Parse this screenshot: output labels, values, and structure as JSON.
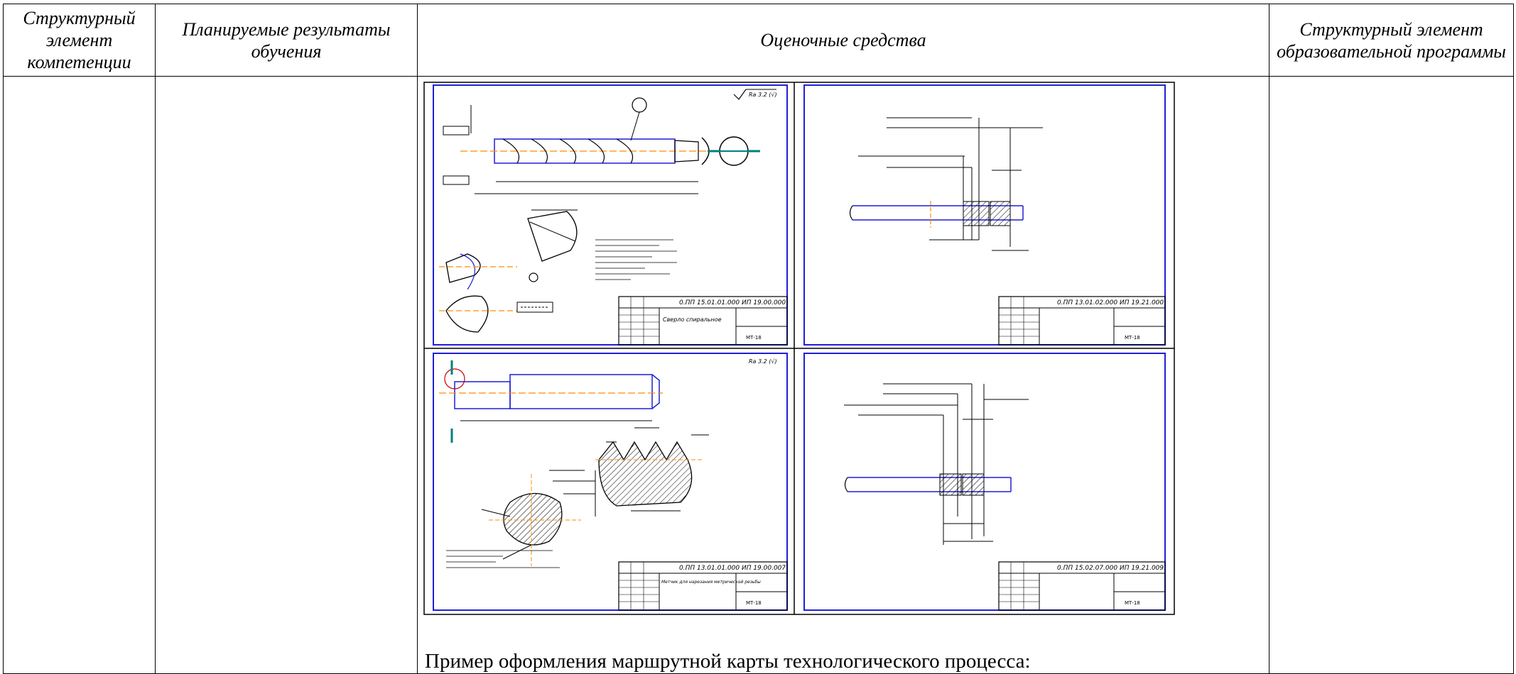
{
  "table": {
    "headers": [
      "Структурный элемент компетенции",
      "Планируемые результаты обучения",
      "Оценочные средства",
      "Структурный элемент образовательной программы"
    ]
  },
  "drawings": [
    {
      "name": "drill-drawing",
      "code": "0.ПП 15.01.01.000 ИП 19.00.000",
      "title": "Сверло спиральное",
      "group": "МТ-18",
      "roughness": "Ra 3.2 (√)"
    },
    {
      "name": "turning-scheme",
      "code": "0.ПП 13.01.02.000 ИП 19.21.000",
      "title": "",
      "group": "МТ-18",
      "roughness": ""
    },
    {
      "name": "tap-drawing",
      "code": "0.ПП 13.01.01.000 ИП 19.00.007",
      "title": "Метчик для нарезания метрической резьбы",
      "group": "МТ-18",
      "roughness": "Ra 3.2 (√)"
    },
    {
      "name": "grinding-scheme",
      "code": "0.ПП 15.02.07.000 ИП 19.21.009",
      "title": "",
      "group": "МТ-18",
      "roughness": ""
    }
  ],
  "caption": "Пример оформления маршрутной карты технологического процесса:",
  "colors": {
    "frame": "#1f1fd6",
    "line": "#000000",
    "axis": "#ff8c00",
    "accent": "#008080"
  }
}
